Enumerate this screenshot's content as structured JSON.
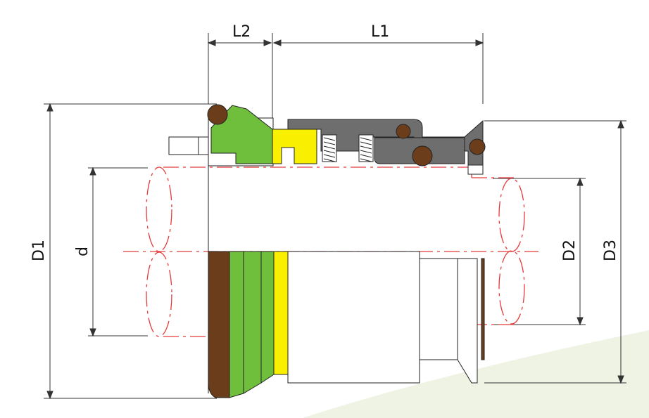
{
  "labels": {
    "l2": "L2",
    "l1": "L1",
    "d1": "D1",
    "d": "d",
    "d2": "D2",
    "d3": "D3"
  },
  "colors": {
    "rubber": "#6b3d1a",
    "ring_green": "#6fbf3c",
    "ring_yellow": "#f8f000",
    "housing_gray": "#6e6e6e",
    "shaft_line": "#e53a3a",
    "outline": "#222222",
    "watermark": "#eef3e4"
  },
  "icons": {
    "spring": "spring-icon",
    "o_ring": "o-ring-icon"
  }
}
